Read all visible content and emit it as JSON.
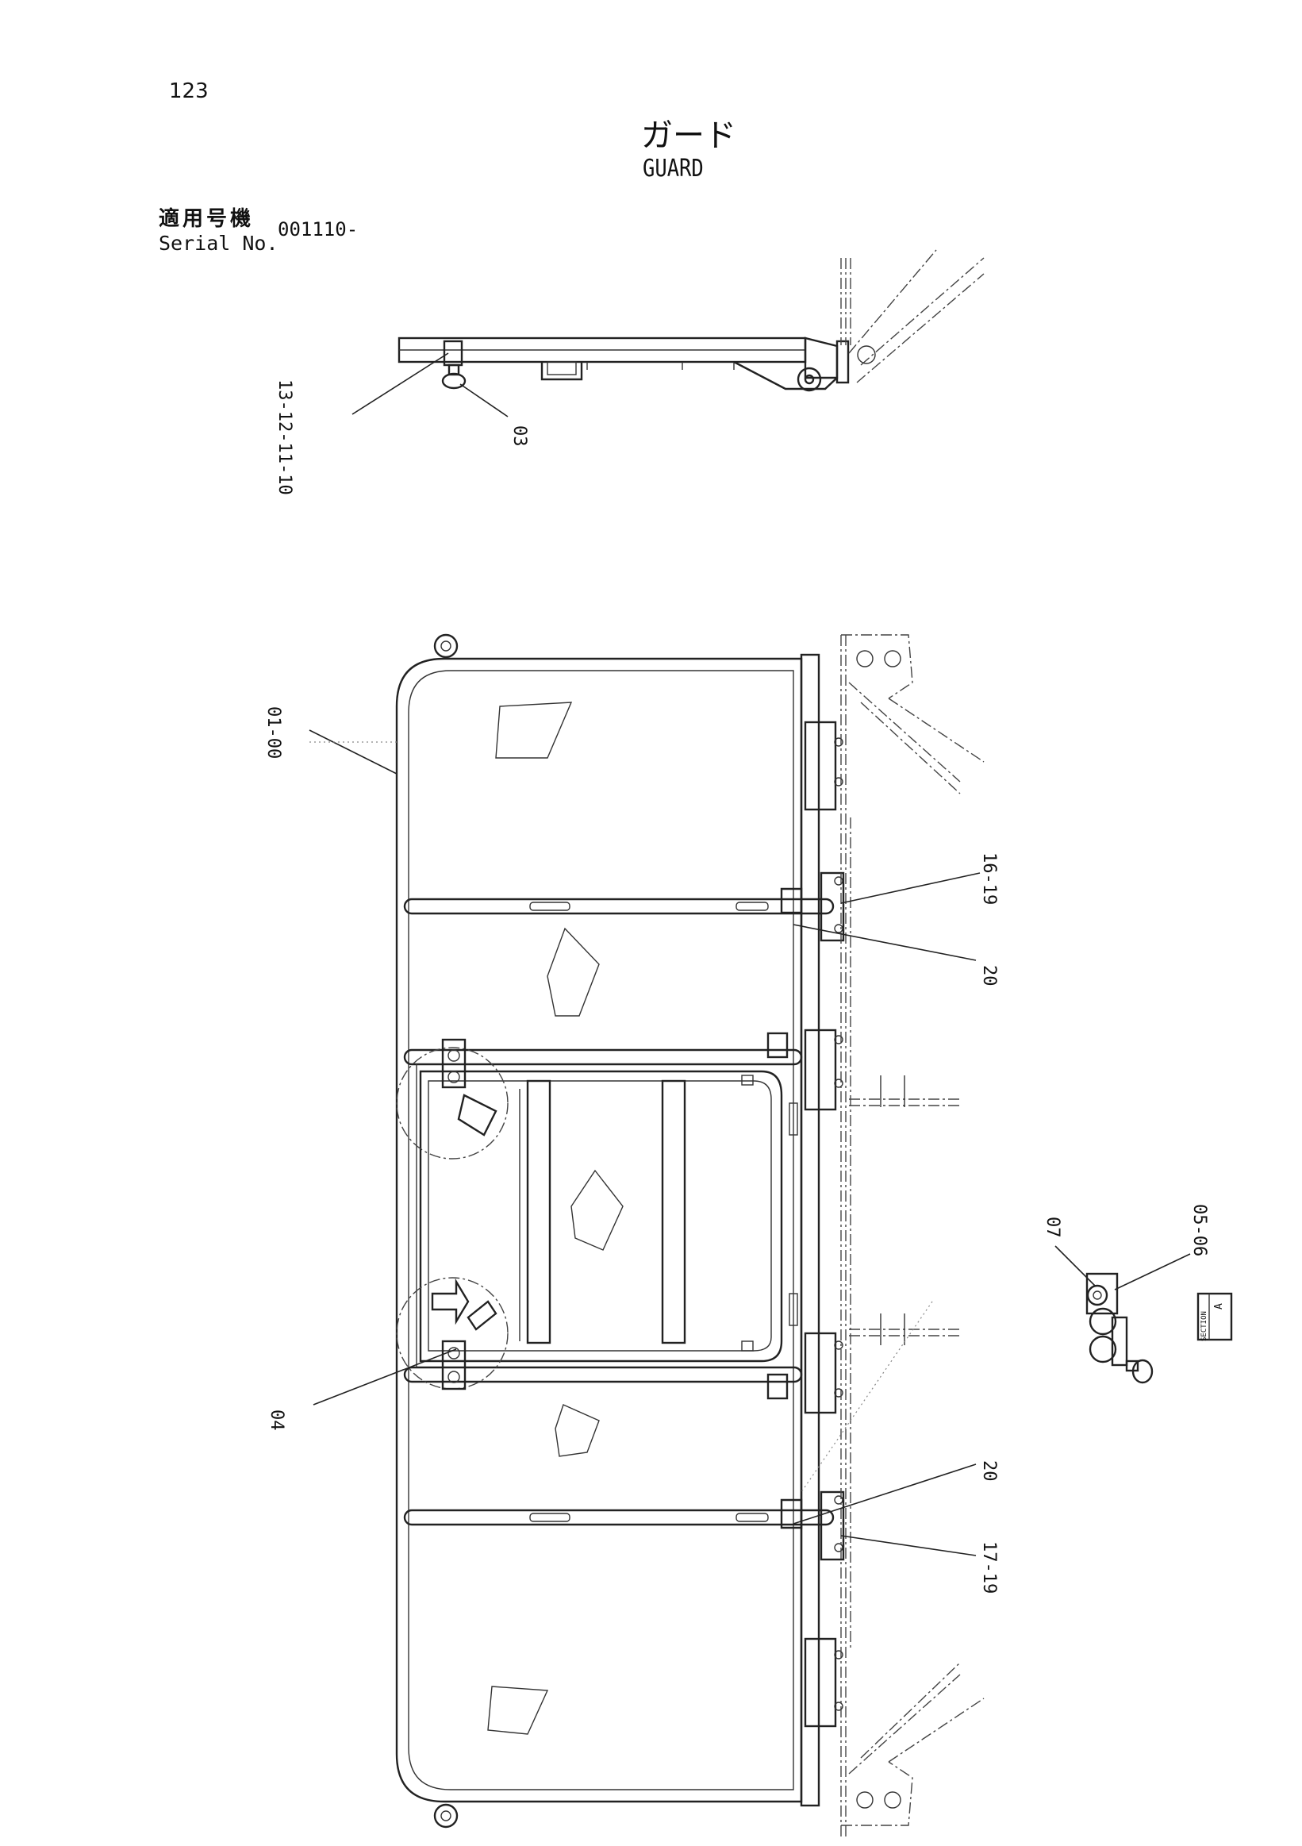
{
  "page_number": "123",
  "title_jp": "ガード",
  "title_en": "GUARD",
  "serial": {
    "label_jp": "適用号機",
    "label_en": "Serial No.",
    "value": "001110-"
  },
  "part_labels": {
    "p13_12_11_10": "13-12-11-10",
    "p03": "03",
    "p01_00": "01-00",
    "p16_19": "16-19",
    "p20_top": "20",
    "p04": "04",
    "p20_bottom": "20",
    "p17_19": "17-19",
    "p07": "07",
    "p05_06": "05-06"
  },
  "section": {
    "label": "SECTION",
    "letter": "A"
  }
}
